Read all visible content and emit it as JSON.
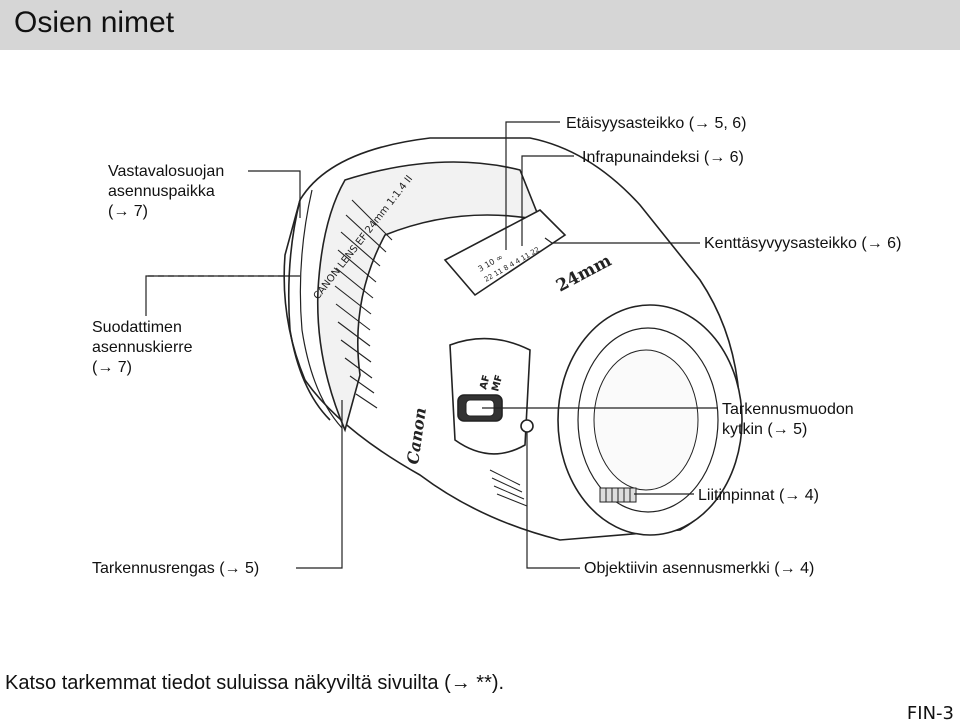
{
  "header": {
    "title": "Osien nimet"
  },
  "labels": {
    "etaisyysasteikko": "Etäisyysasteikko (→ 5, 6)",
    "infrapunaindeksi": "Infrapunaindeksi (→ 6)",
    "vastavalosuoja": "Vastavalosuojan\nasennuspaikka\n(→ 7)",
    "kenttasyvyys": "Kenttäsyvyysasteikko (→ 6)",
    "suodatin": "Suodattimen\nasennuskierre\n(→ 7)",
    "tarkennusmuoto": "Tarkennusmuodon\nkytkin (→ 5)",
    "liitinpinnat": "Liitinpinnat (→ 4)",
    "tarkennusrengas": "Tarkennusrengas (→ 5)",
    "asennusmerkki": "Objektiivin asennusmerkki (→ 4)"
  },
  "lens_markings": {
    "ring_text": "CANON  LENS  EF  24mm  1:1.4  II",
    "brand": "Canon",
    "focal": "24mm",
    "switch_af": "AF",
    "switch_mf": "MF",
    "scale_top": "3  10  ∞",
    "scale_bottom": "22  11  8  4 4  11  22"
  },
  "footer": {
    "note": "Katso tarkemmat tiedot suluissa näkyviltä sivuilta (→ **).",
    "page": "FIN-3"
  }
}
